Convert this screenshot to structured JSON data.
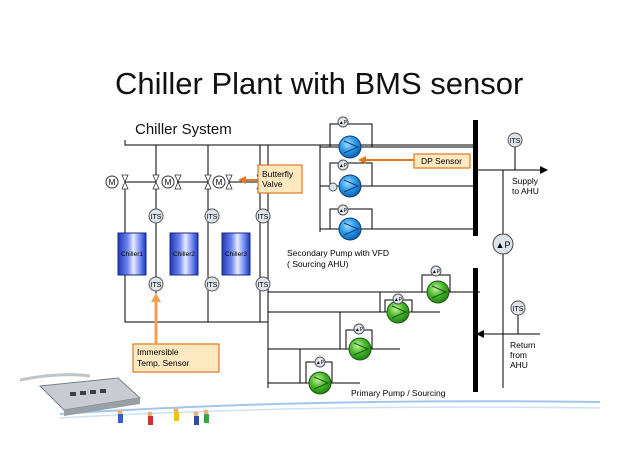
{
  "slide": {
    "title": "Chiller Plant with BMS sensor"
  },
  "diagram": {
    "system_label": "Chiller System",
    "chillers": [
      "Chiller1",
      "Chiller2",
      "Chiller3"
    ],
    "valve_motor_label": "M",
    "its_label": "ITS",
    "pump_sensor_label": "▲P",
    "line_dp_label": "▲P",
    "callouts": {
      "butterfly_line1": "Butterfly",
      "butterfly_line2": "Valve",
      "dp_sensor": "DP Sensor",
      "immersible_line1": "Immersible",
      "immersible_line2": "Temp. Sensor"
    },
    "labels": {
      "supply_line1": "Supply",
      "supply_line2": "to AHU",
      "secondary_line1": "Secondary Pump with VFD",
      "secondary_line2": "( Sourcing AHU)",
      "return_line1": "Return",
      "return_line2": "from",
      "return_line3": "AHU",
      "primary_pump": "Primary Pump / Sourcing"
    },
    "colors": {
      "chiller_fill": "#3a56d8",
      "secondary_pump": "#1e90e0",
      "primary_pump": "#3cb020",
      "callout_fill": "#fde8c0",
      "callout_border": "#e07820",
      "arrow": "#f0a050",
      "footer_stripe": "#8ab8e8"
    }
  }
}
